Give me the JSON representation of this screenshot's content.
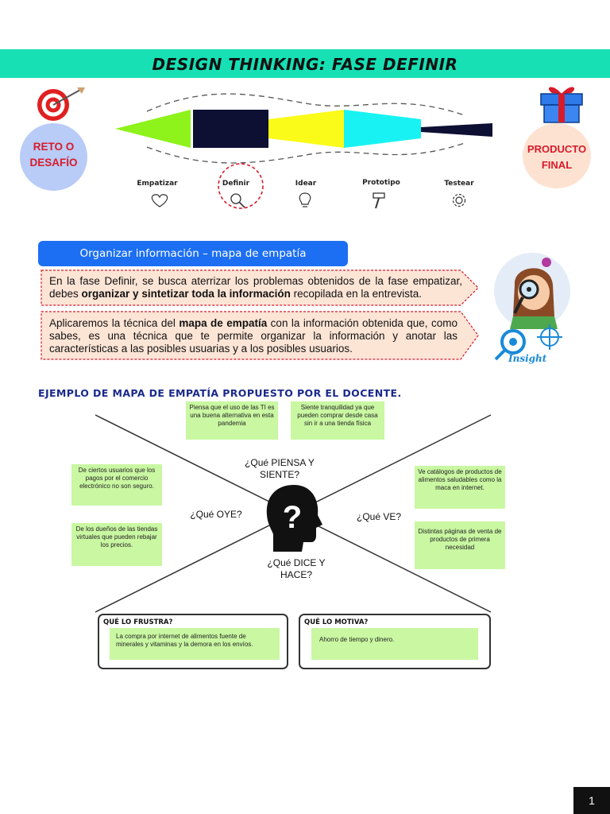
{
  "header": {
    "title": "DESIGN THINKING: FASE DEFINIR"
  },
  "process": {
    "left_label_1": "RETO O",
    "left_label_2": "DESAFÍO",
    "right_label_1": "PRODUCTO",
    "right_label_2": "FINAL",
    "phases": [
      "Empatizar",
      "Definir",
      "Idear",
      "Prototipo",
      "Testear"
    ],
    "colors": {
      "empatizar": "#8ef21b",
      "definir": "#0d1033",
      "idear": "#fbfb19",
      "prototipo": "#19f2f2",
      "testear": "#0d1033"
    }
  },
  "intro": {
    "tag": "Organizar información – mapa de empatía",
    "p1_a": "En la fase Definir, se busca aterrizar los problemas obtenidos de la fase empatizar, debes ",
    "p1_b": "organizar y sintetizar toda la información",
    "p1_c": " recopilada en la entrevista.",
    "p2_a": "Aplicaremos la técnica del ",
    "p2_b": "mapa de empatía",
    "p2_c": " con la información obtenida que, como sabes, es una técnica que te permite organizar la información y anotar las características a las posibles usuarias y a los posibles usuarios.",
    "insight_label": "Insight"
  },
  "map": {
    "title": "EJEMPLO DE MAPA DE EMPATÍA PROPUESTO POR EL DOCENTE.",
    "q_piensa": "¿Qué PIENSA Y SIENTE?",
    "q_oye": "¿Qué OYE?",
    "q_ve": "¿Qué VE?",
    "q_dice": "¿Qué DICE Y HACE?",
    "notes": {
      "piensa_1": "Piensa que el uso de las TI es una buena alternativa en esta pandemia",
      "piensa_2": "Siente tranquilidad ya que pueden comprar desde casa sin ir a una tienda física",
      "oye_1": "De ciertos usuarios que los pagos por el comercio electrónico no son seguro.",
      "oye_2": "De los dueños de las tiendas virtuales que pueden rebajar los precios.",
      "ve_1": "Ve catálogos de productos de alimentos saludables como la maca en internet.",
      "ve_2": "Distintas páginas de venta de productos de primera necesidad"
    },
    "frustra_title": "QUÉ LO FRUSTRA?",
    "frustra_text": "La compra por internet de alimentos fuente de minerales y vitaminas y la demora en los envíos.",
    "motiva_title": "QUÉ  LO MOTIVA?",
    "motiva_text": "Ahorro de tiempo y dinero."
  },
  "footer": {
    "page": "1"
  }
}
